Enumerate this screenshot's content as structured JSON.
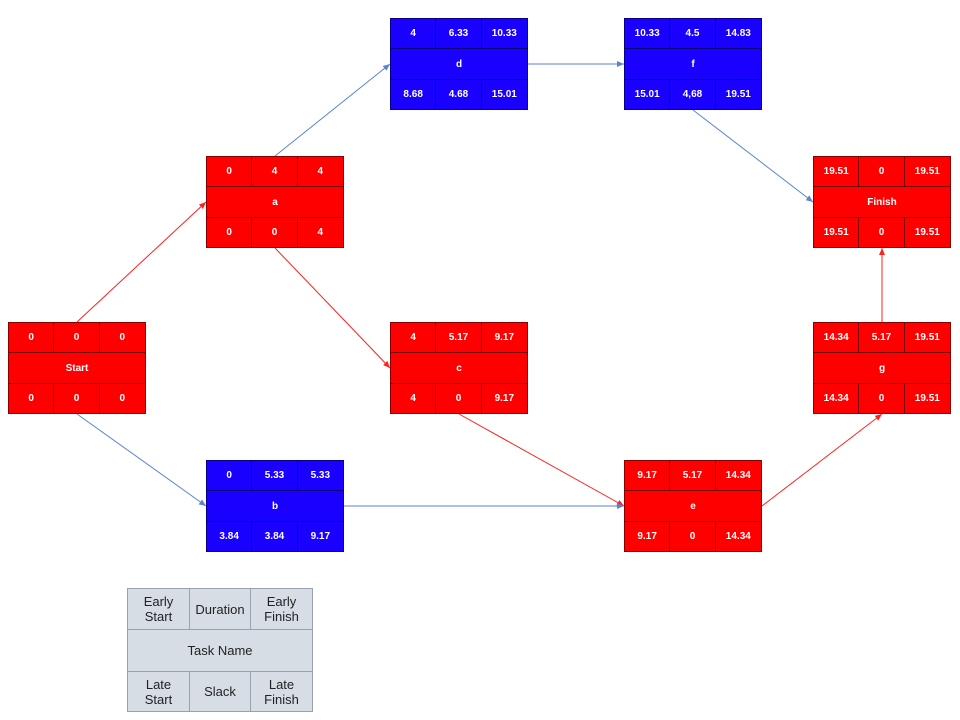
{
  "colors": {
    "critical": "#ff0000",
    "noncritical": "#1a00ff",
    "critical_edge": "#ff2020",
    "noncritical_edge": "#5b82d6"
  },
  "nodes": {
    "start": {
      "name": "Start",
      "es": "0",
      "dur": "0",
      "ef": "0",
      "ls": "0",
      "slack": "0",
      "lf": "0"
    },
    "a": {
      "name": "a",
      "es": "0",
      "dur": "4",
      "ef": "4",
      "ls": "0",
      "slack": "0",
      "lf": "4"
    },
    "b": {
      "name": "b",
      "es": "0",
      "dur": "5.33",
      "ef": "5.33",
      "ls": "3.84",
      "slack": "3.84",
      "lf": "9.17"
    },
    "c": {
      "name": "c",
      "es": "4",
      "dur": "5.17",
      "ef": "9.17",
      "ls": "4",
      "slack": "0",
      "lf": "9.17"
    },
    "d": {
      "name": "d",
      "es": "4",
      "dur": "6.33",
      "ef": "10.33",
      "ls": "8.68",
      "slack": "4.68",
      "lf": "15.01"
    },
    "e": {
      "name": "e",
      "es": "9.17",
      "dur": "5.17",
      "ef": "14.34",
      "ls": "9.17",
      "slack": "0",
      "lf": "14.34"
    },
    "f": {
      "name": "f",
      "es": "10.33",
      "dur": "4.5",
      "ef": "14.83",
      "ls": "15.01",
      "slack": "4,68",
      "lf": "19.51"
    },
    "g": {
      "name": "g",
      "es": "14.34",
      "dur": "5.17",
      "ef": "19.51",
      "ls": "14.34",
      "slack": "0",
      "lf": "19.51"
    },
    "finish": {
      "name": "Finish",
      "es": "19.51",
      "dur": "0",
      "ef": "19.51",
      "ls": "19.51",
      "slack": "0",
      "lf": "19.51"
    }
  },
  "legend": {
    "early_start": "Early\nStart",
    "duration": "Duration",
    "early_finish": "Early\nFinish",
    "task_name": "Task Name",
    "late_start": "Late\nStart",
    "slack": "Slack",
    "late_finish": "Late\nFinish"
  }
}
